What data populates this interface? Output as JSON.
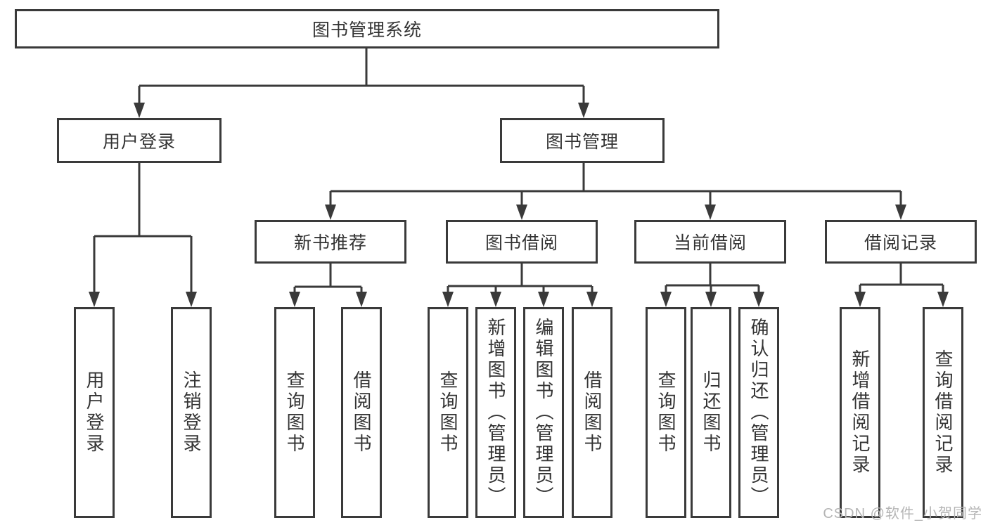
{
  "diagram": {
    "title": "图书管理系统",
    "level2": {
      "user_login": "用户登录",
      "book_mgmt": "图书管理"
    },
    "level3": {
      "new_book_rec": "新书推荐",
      "book_borrow": "图书借阅",
      "current_borrow": "当前借阅",
      "borrow_records": "借阅记录"
    },
    "leaves": {
      "login": "用户登录",
      "logout": "注销登录",
      "rec_query": "查询图书",
      "rec_borrow": "借阅图书",
      "bb_query": "查询图书",
      "bb_add": "新增图书（管理员）",
      "bb_edit": "编辑图书（管理员）",
      "bb_borrow": "借阅图书",
      "cb_query": "查询图书",
      "cb_return": "归还图书",
      "cb_confirm": "确认归还（管理员）",
      "br_add": "新增借阅记录",
      "br_query": "查询借阅记录"
    },
    "hierarchy": {
      "图书管理系统": {
        "用户登录": [
          "用户登录",
          "注销登录"
        ],
        "图书管理": {
          "新书推荐": [
            "查询图书",
            "借阅图书"
          ],
          "图书借阅": [
            "查询图书",
            "新增图书（管理员）",
            "编辑图书（管理员）",
            "借阅图书"
          ],
          "当前借阅": [
            "查询图书",
            "归还图书",
            "确认归还（管理员）"
          ],
          "借阅记录": [
            "新增借阅记录",
            "查询借阅记录"
          ]
        }
      }
    }
  },
  "watermark": {
    "text": "CSDN @软件_小贺同学"
  },
  "colors": {
    "line": "#3a3a3a",
    "text": "#333333",
    "watermark": "#b5b5b5",
    "background": "#ffffff"
  }
}
